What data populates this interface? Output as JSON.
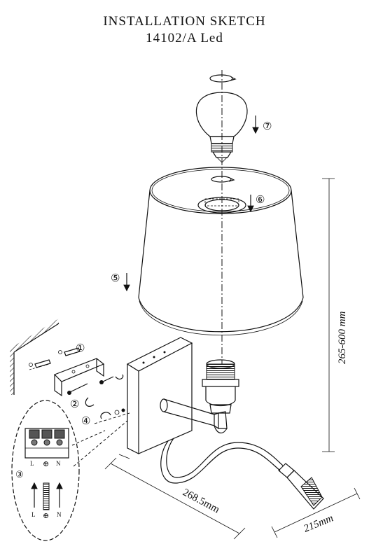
{
  "title": {
    "line1": "INSTALLATION  SKETCH",
    "line2": "14102/A Led"
  },
  "step_labels": {
    "s1": "①",
    "s2": "②",
    "s3": "③",
    "s4": "④",
    "s5": "⑤",
    "s6": "⑥",
    "s7": "⑦"
  },
  "dimensions": {
    "height": "265-600 mm",
    "depth": "268.5mm",
    "width": "215mm"
  },
  "terminal_labels": {
    "L": "L",
    "earth": "⊕",
    "N": "N"
  }
}
